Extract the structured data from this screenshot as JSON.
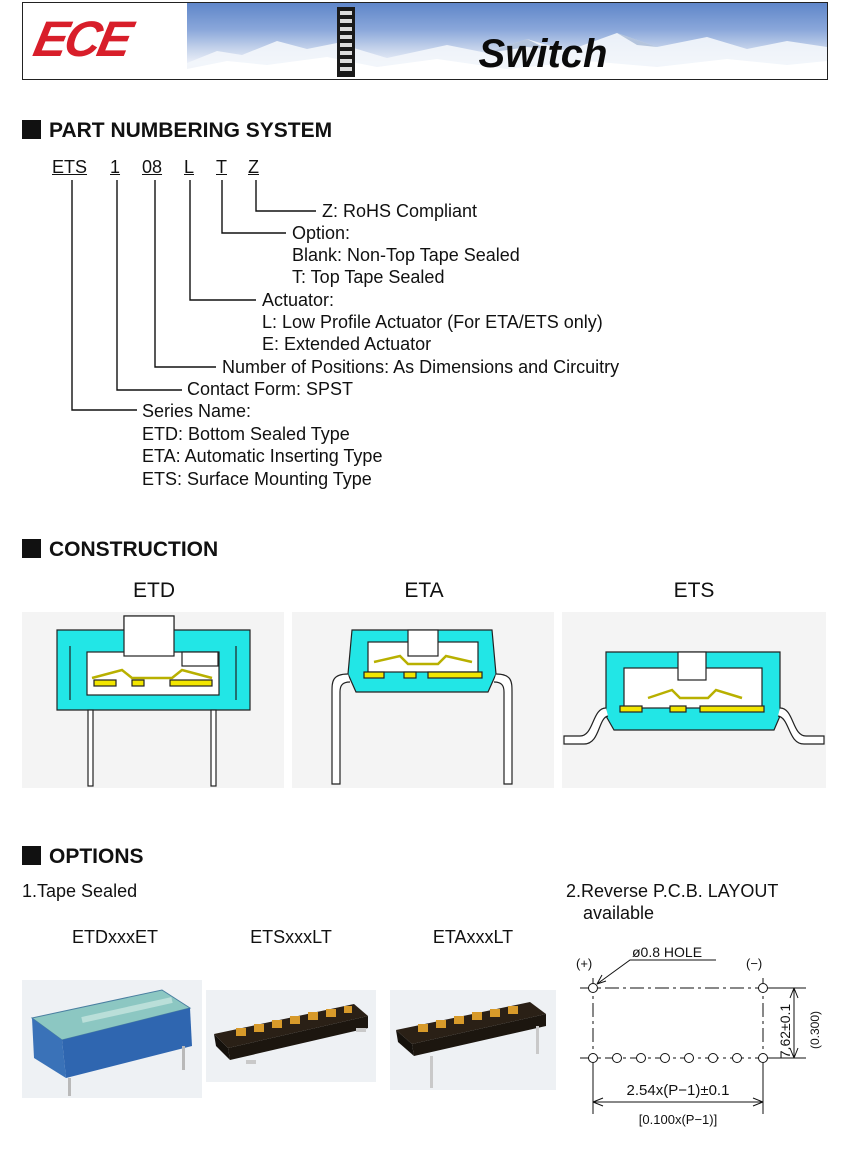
{
  "header": {
    "logo": "ECE",
    "title": "Switch"
  },
  "part_numbering": {
    "heading": "PART NUMBERING SYSTEM",
    "codes": [
      "ETS",
      "1",
      "08",
      "L",
      "T",
      "Z"
    ],
    "lines": [
      "Z: RoHS Compliant",
      "Option:",
      "Blank: Non-Top Tape Sealed",
      "T: Top Tape Sealed",
      "Actuator:",
      "L: Low Profile Actuator (For ETA/ETS only)",
      "E: Extended Actuator",
      "Number of Positions: As Dimensions and Circuitry",
      "Contact Form: SPST",
      "Series Name:",
      "ETD: Bottom Sealed Type",
      "ETA: Automatic Inserting Type",
      "ETS: Surface Mounting Type"
    ]
  },
  "construction": {
    "heading": "CONSTRUCTION",
    "diagrams": [
      "ETD",
      "ETA",
      "ETS"
    ]
  },
  "options": {
    "heading": "OPTIONS",
    "tape_sealed_label": "1.Tape Sealed",
    "reverse_pcb_line1": "2.Reverse P.C.B. LAYOUT",
    "reverse_pcb_line2": "available",
    "products": [
      "ETDxxxET",
      "ETSxxxLT",
      "ETAxxxLT"
    ],
    "pcb": {
      "plus": "(+)",
      "minus": "(−)",
      "hole": "ø0.8  HOLE",
      "height_dim": "7.62±0.1",
      "height_inch": "(0.300)",
      "width_dim": "2.54x(P−1)±0.1",
      "width_inch": "[0.100x(P−1)]"
    }
  },
  "colors": {
    "body": "#22e6e6",
    "contact": "#f2e600",
    "outline": "#222222"
  }
}
